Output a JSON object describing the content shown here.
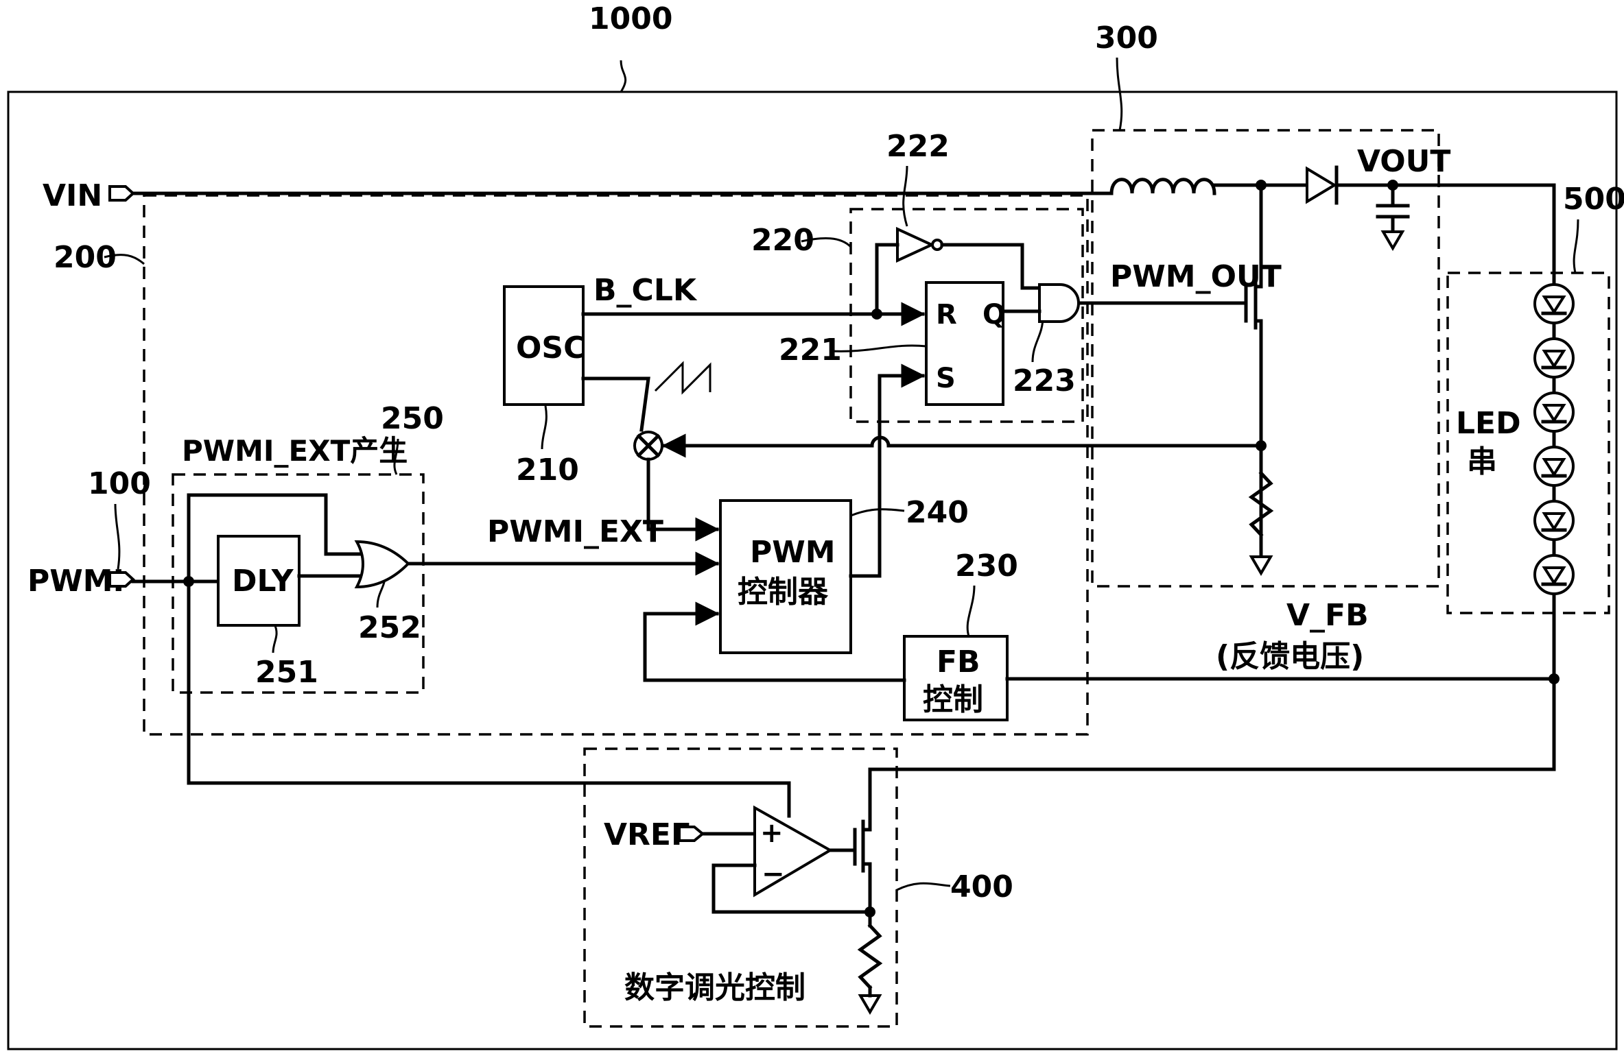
{
  "labels": {
    "n1000": "1000",
    "n300": "300",
    "n200": "200",
    "n500": "500",
    "n222": "222",
    "n220": "220",
    "n221": "221",
    "n223": "223",
    "n210": "210",
    "n250": "250",
    "n100": "100",
    "n251": "251",
    "n252": "252",
    "n240": "240",
    "n230": "230",
    "n400": "400",
    "vin": "VIN",
    "vout": "VOUT",
    "pwm_out": "PWM_OUT",
    "b_clk": "B_CLK",
    "osc": "OSC",
    "r": "R",
    "q": "Q",
    "s": "S",
    "pwmi_ext_gen": "PWMI_EXT产生",
    "pwmi_ext": "PWMI_EXT",
    "pwmi": "PWMI",
    "dly": "DLY",
    "pwm_ctrl_1": "PWM",
    "pwm_ctrl_2": "控制器",
    "fb_1": "FB",
    "fb_2": "控制",
    "led_1": "LED",
    "led_2": "串",
    "vfb_1": "V_FB",
    "vfb_2": "(反馈电压)",
    "vref": "VREF",
    "plus": "+",
    "minus": "−",
    "digital_dimming": "数字调光控制"
  },
  "icons": {
    "inductor": "inductor-icon",
    "diode": "diode-icon",
    "capacitor": "capacitor-icon",
    "transistor": "transistor-icon",
    "resistor": "resistor-icon",
    "ground": "ground-icon",
    "led": "led-icon",
    "multiplier": "multiplier-icon",
    "inverter": "inverter-icon",
    "and_gate": "and-gate-icon",
    "or_gate": "or-gate-icon",
    "op_amp": "op-amp-icon",
    "sawtooth": "sawtooth-icon"
  }
}
